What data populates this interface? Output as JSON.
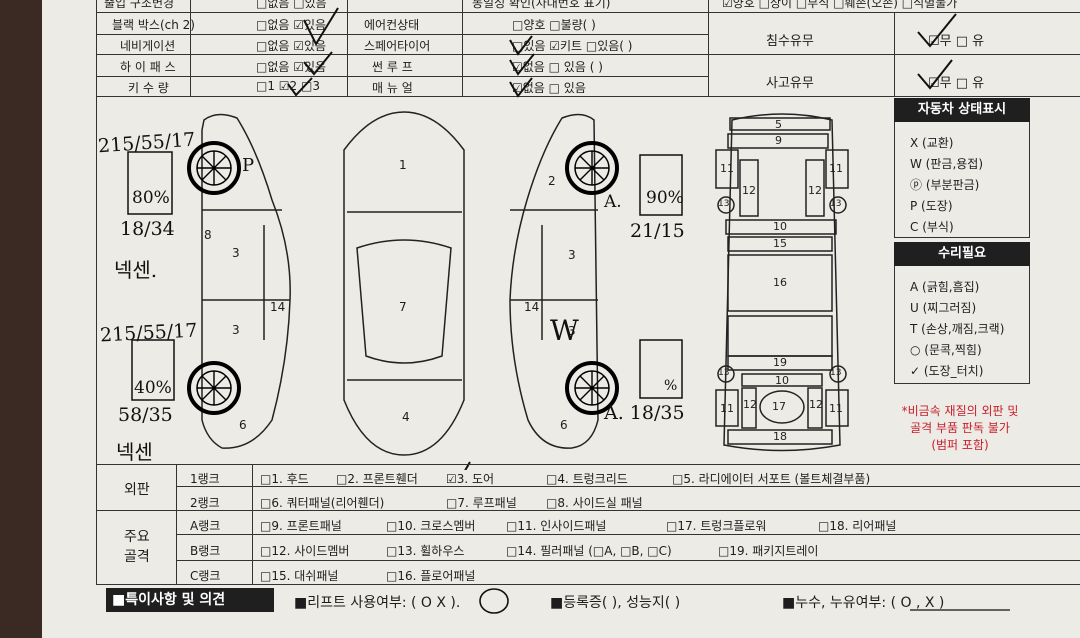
{
  "top_rows": {
    "row0": {
      "label": "출입 구조변경",
      "opts": "□없음  □있음",
      "mid_label": "동일성 확인(차대번호 표기)",
      "right": "☑양호 □상이 □부식 □훼손(오손) □식별불가"
    },
    "row1": {
      "label": "블랙 박스(ch 2)",
      "opts": "□없음  ☑있음",
      "mid_label": "에어컨상태",
      "mid_opts": "□양호 □불량(              )"
    },
    "row2": {
      "label": "네비게이션",
      "opts": "□없음  ☑있음",
      "mid_label": "스페어타이어",
      "mid_opts": "□있음 ☑키트 □있음(          )"
    },
    "row3": {
      "label": "하 이 패 스",
      "opts": "□없음  ☑있음",
      "mid_label": "썬 루 프",
      "mid_opts": "☑없음 □ 있음 (              )"
    },
    "row4": {
      "label": "키 수 량",
      "opts": "□1  ☑2  □3",
      "mid_label": "매 뉴 얼",
      "mid_opts": "☑없음  □ 있음"
    },
    "flood": {
      "label": "침수유무",
      "opts": "☑무  □ 유"
    },
    "accident": {
      "label": "사고유무",
      "opts": "☑무  □ 유"
    }
  },
  "handwritten": {
    "tire_fl": "215/55/17",
    "tread_fl": "80%",
    "date_fl": "18/34",
    "brand_fl": "넥센.",
    "tire_rl": "215/55/17",
    "tread_rl": "40%",
    "date_rl": "58/35",
    "brand_rl": "넥센",
    "front_right": "A.",
    "tread_fr": "90%",
    "date_fr": "21/15",
    "rear_right": "A. 18/35",
    "mark_w": "W",
    "mark_p": "P",
    "mark_pct": "%"
  },
  "panel_numbers": {
    "left_n3a": "3",
    "left_n3b": "3",
    "left_n6": "6",
    "left_n8": "8",
    "left_n14": "14",
    "top_n1": "1",
    "top_n7": "7",
    "top_n4": "4",
    "right_n2": "2",
    "right_n3a": "3",
    "right_n3b": "3",
    "right_n6": "6",
    "right_n14": "14"
  },
  "frame_numbers": [
    "5",
    "9",
    "11",
    "11",
    "12",
    "12",
    "13",
    "13",
    "10",
    "15",
    "16",
    "19",
    "13",
    "13",
    "10",
    "17",
    "12",
    "12",
    "11",
    "11",
    "18"
  ],
  "legend_status": {
    "title": "자동차 상태표시",
    "items": [
      "X (교환)",
      "W (판금,용접)",
      "ⓟ (부분판금)",
      "P (도장)",
      "C (부식)"
    ]
  },
  "legend_repair": {
    "title": "수리필요",
    "items": [
      "A (긁힘,흠집)",
      "U (찌그러짐)",
      "T (손상,깨짐,크랙)",
      "○ (문콕,찍힘)",
      "✓ (도장_터치)"
    ]
  },
  "note": [
    "*비금속 재질의 외판 및",
    "골격 부품 판독 불가",
    "(범퍼 포함)"
  ],
  "table": {
    "exterior": "외판",
    "major": "주요\n골격",
    "rank1": "1랭크",
    "rank2": "2랭크",
    "rankA": "A랭크",
    "rankB": "B랭크",
    "rankC": "C랭크",
    "r1": [
      "□1. 후드",
      "□2. 프론트휀더",
      "☑3. 도어",
      "□4. 트렁크리드",
      "□5. 라디에이터 서포트 (볼트체결부품)"
    ],
    "r2": [
      "□6. 쿼터패널(리어휀더)",
      "□7. 루프패널",
      "□8. 사이드실 패널"
    ],
    "rA": [
      "□9. 프론트패널",
      "□10. 크로스멤버",
      "□11. 인사이드패널",
      "□17. 트렁크플로워",
      "□18. 리어패널"
    ],
    "rB": [
      "□12. 사이드멤버",
      "□13. 휠하우스",
      "□14. 필러패널 (□A, □B, □C)",
      "□19. 패키지트레이"
    ],
    "rC": [
      "□15. 대쉬패널",
      "□16. 플로어패널"
    ]
  },
  "footer": {
    "title": "■특이사항 및 의견",
    "lift": "■리프트 사용여부: ( O   X ).",
    "reg": "■등록증(     ), 성능지(     )",
    "leak": "■누수, 누유여부: ( O  ,  X )"
  }
}
